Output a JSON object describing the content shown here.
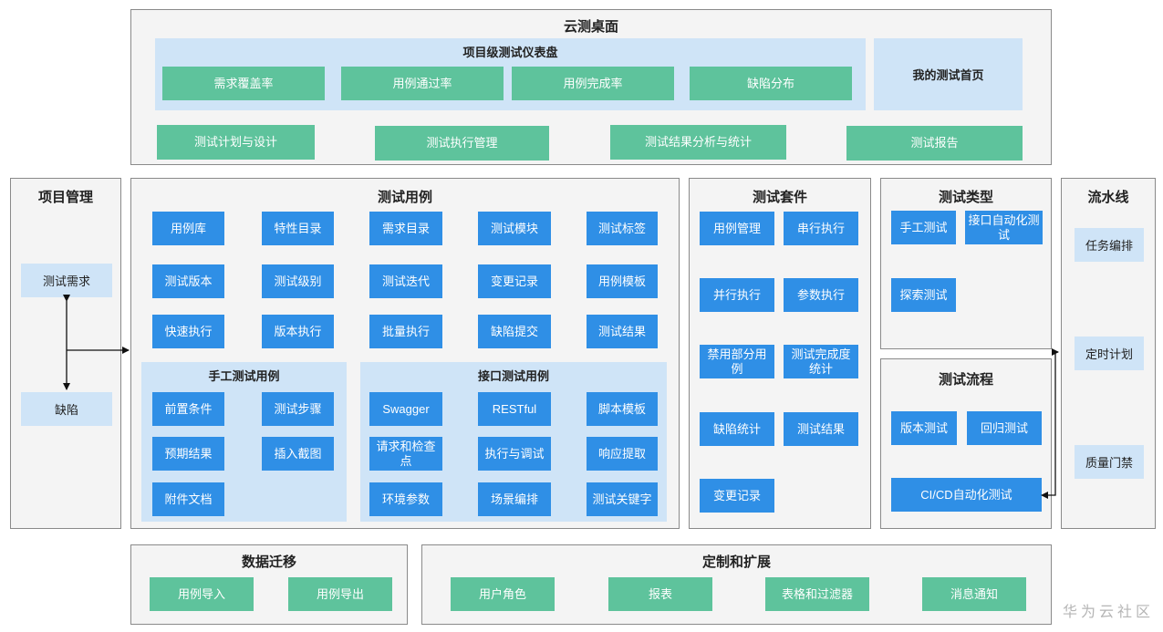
{
  "desktop": {
    "title": "云测桌面",
    "dashboard": {
      "title": "项目级测试仪表盘",
      "items": [
        "需求覆盖率",
        "用例通过率",
        "用例完成率",
        "缺陷分布"
      ]
    },
    "home": "我的测试首页",
    "bottom": [
      "测试计划与设计",
      "测试执行管理",
      "测试结果分析与统计",
      "测试报告"
    ]
  },
  "project": {
    "title": "项目管理",
    "items": [
      "测试需求",
      "缺陷"
    ]
  },
  "cases": {
    "title": "测试用例",
    "grid": [
      "用例库",
      "特性目录",
      "需求目录",
      "测试模块",
      "测试标签",
      "测试版本",
      "测试级别",
      "测试迭代",
      "变更记录",
      "用例模板",
      "快速执行",
      "版本执行",
      "批量执行",
      "缺陷提交",
      "测试结果"
    ],
    "manual": {
      "title": "手工测试用例",
      "items": [
        "前置条件",
        "测试步骤",
        "预期结果",
        "插入截图",
        "附件文档"
      ]
    },
    "api": {
      "title": "接口测试用例",
      "items": [
        "Swagger",
        "RESTful",
        "脚本模板",
        "请求和检查点",
        "执行与调试",
        "响应提取",
        "环境参数",
        "场景编排",
        "测试关键字"
      ]
    }
  },
  "suite": {
    "title": "测试套件",
    "items": [
      "用例管理",
      "串行执行",
      "并行执行",
      "参数执行",
      "禁用部分用例",
      "测试完成度统计",
      "缺陷统计",
      "测试结果",
      "变更记录"
    ]
  },
  "types": {
    "title": "测试类型",
    "items": [
      "手工测试",
      "接口自动化测试",
      "探索测试"
    ]
  },
  "flow": {
    "title": "测试流程",
    "items": [
      "版本测试",
      "回归测试",
      "CI/CD自动化测试"
    ]
  },
  "pipeline": {
    "title": "流水线",
    "items": [
      "任务编排",
      "定时计划",
      "质量门禁"
    ]
  },
  "migration": {
    "title": "数据迁移",
    "items": [
      "用例导入",
      "用例导出"
    ]
  },
  "custom": {
    "title": "定制和扩展",
    "items": [
      "用户角色",
      "报表",
      "表格和过滤器",
      "消息通知"
    ]
  },
  "watermark": "华为云社区",
  "colors": {
    "green": "#5ec39c",
    "blue": "#2f8fe6",
    "lightblue": "#cfe4f7",
    "panel": "#f4f4f4",
    "border": "#8a8a8a"
  }
}
